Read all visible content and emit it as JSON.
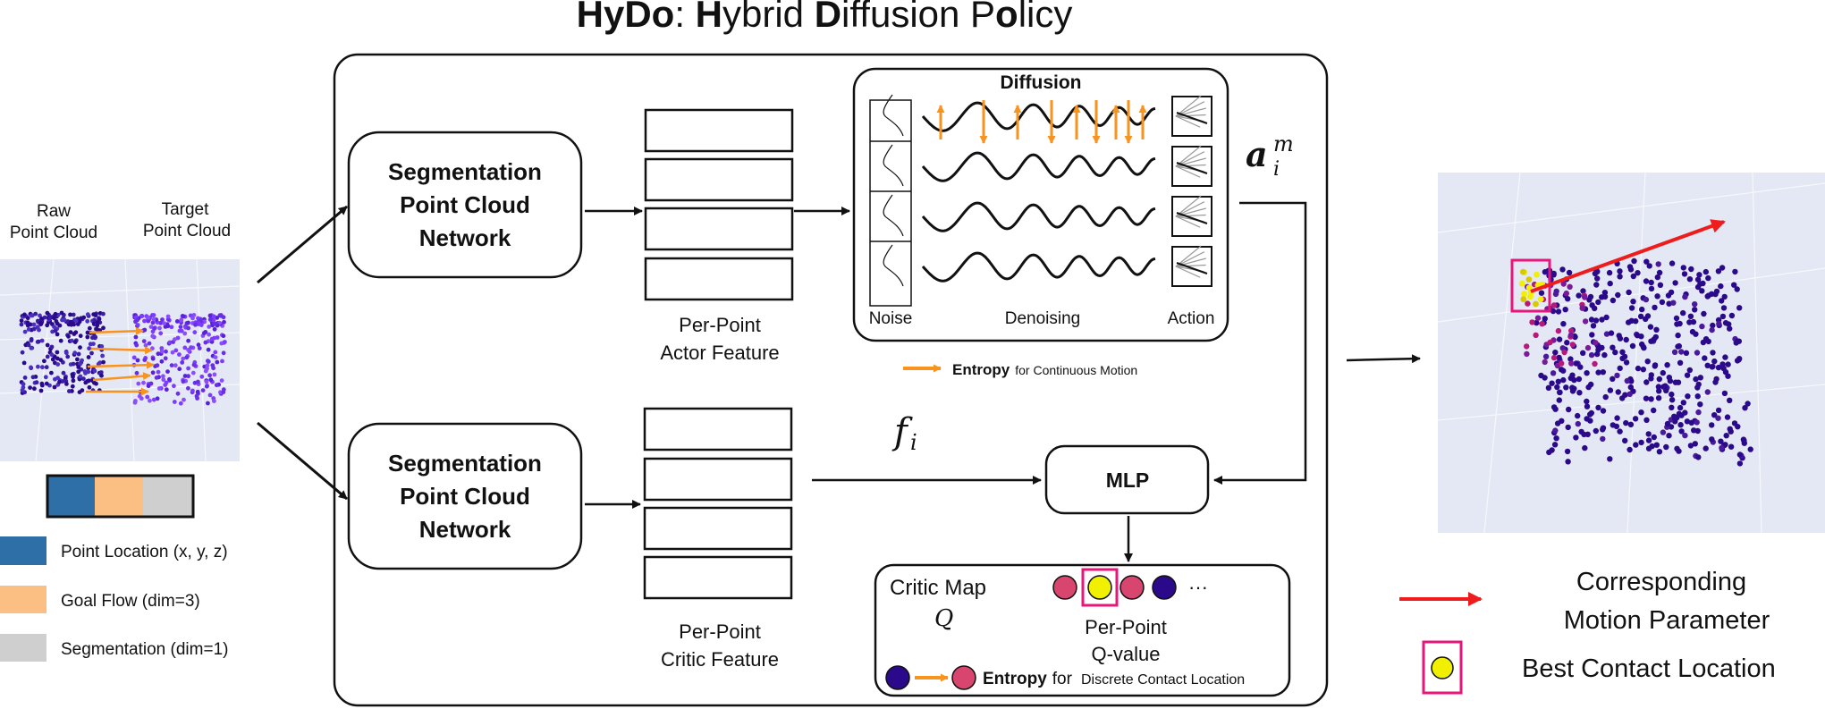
{
  "title": {
    "bold_part": "HyDo",
    "rest": ": ",
    "H": "H",
    "ybrid": "ybrid ",
    "D": "D",
    "iffusion": "iffusion P",
    "o": "o",
    "licy": "licy"
  },
  "input": {
    "raw_label_line1": "Raw",
    "raw_label_line2": "Point Cloud",
    "target_label_line1": "Target",
    "target_label_line2": "Point Cloud"
  },
  "legend": {
    "items": [
      {
        "label": "Point Location (x, y, z)",
        "color": "#2f6fa8"
      },
      {
        "label": "Goal Flow (dim=3)",
        "color": "#fcbf83"
      },
      {
        "label": "Segmentation (dim=1)",
        "color": "#cfcfcf"
      }
    ]
  },
  "actor": {
    "network_line1": "Segmentation",
    "network_line2": "Point Cloud",
    "network_line3": "Network",
    "feature_line1": "Per-Point",
    "feature_line2": "Actor Feature"
  },
  "critic": {
    "network_line1": "Segmentation",
    "network_line2": "Point Cloud",
    "network_line3": "Network",
    "feature_line1": "Per-Point",
    "feature_line2": "Critic Feature",
    "f_symbol": "f",
    "f_sub": "i"
  },
  "diffusion": {
    "title": "Diffusion",
    "noise_label": "Noise",
    "denoising_label": "Denoising",
    "action_label": "Action",
    "action_symbol": "a",
    "action_sub": "i",
    "action_sup": "m"
  },
  "entropy_continuous": {
    "bold": "Entropy",
    "rest": "for Continuous Motion"
  },
  "mlp": {
    "label": "MLP"
  },
  "critic_map": {
    "title": "Critic Map",
    "q_symbol": "Q",
    "qvalue_line1": "Per-Point",
    "qvalue_line2": "Q-value",
    "ellipsis": "···",
    "entropy_bold": "Entropy",
    "entropy_for": "for",
    "entropy_rest": "Discrete Contact Location"
  },
  "output_legend": {
    "motion_line1": "Corresponding",
    "motion_line2": "Motion Parameter",
    "contact_label": "Best Contact Location"
  },
  "colors": {
    "arrow_orange": "#f7931e",
    "red_arrow": "#ee1c1c",
    "magenta_box": "#e6177a",
    "yellow_dot": "#f0f000",
    "pink_dot": "#d8456e",
    "purple_dot": "#2a0a8a",
    "cloud_bg": "#e4e8f4"
  }
}
